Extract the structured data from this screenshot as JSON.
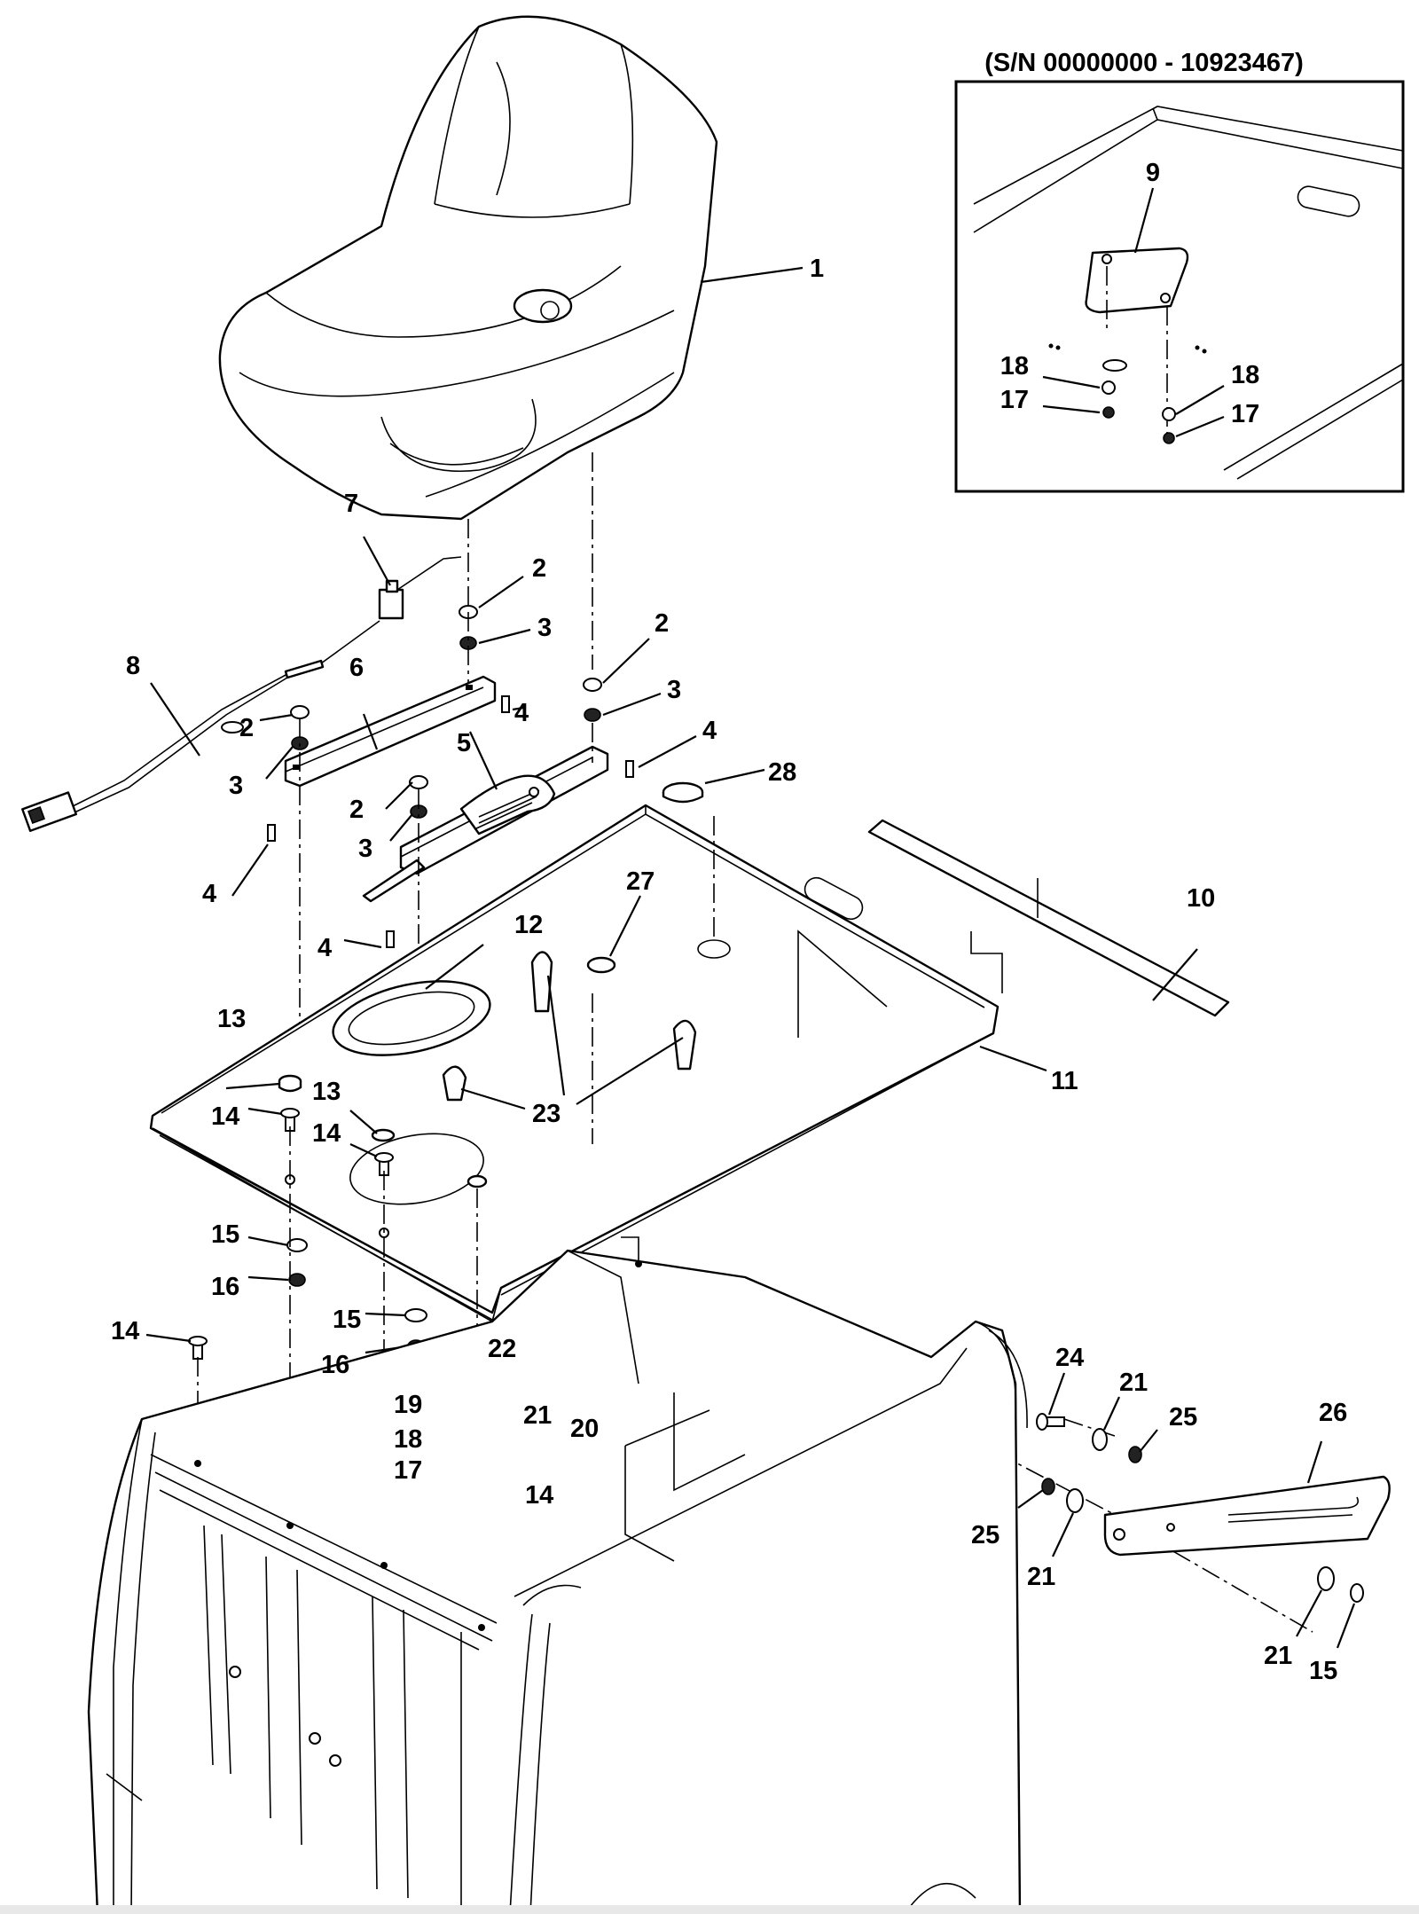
{
  "inset": {
    "title": "(S/N 00000000 - 10923467)",
    "labels": [
      "9",
      "18",
      "17",
      "18",
      "17"
    ]
  },
  "callouts": {
    "c1": "1",
    "c2a": "2",
    "c2b": "2",
    "c2c": "2",
    "c2d": "2",
    "c3a": "3",
    "c3b": "3",
    "c3c": "3",
    "c3d": "3",
    "c4a": "4",
    "c4b": "4",
    "c4c": "4",
    "c4d": "4",
    "c5": "5",
    "c6": "6",
    "c7": "7",
    "c8": "8",
    "c10": "10",
    "c11": "11",
    "c12": "12",
    "c13a": "13",
    "c13b": "13",
    "c14a": "14",
    "c14b": "14",
    "c14c": "14",
    "c14d": "14",
    "c15a": "15",
    "c15b": "15",
    "c15c": "15",
    "c16a": "16",
    "c16b": "16",
    "c17": "17",
    "c18": "18",
    "c19": "19",
    "c20": "20",
    "c21a": "21",
    "c21b": "21",
    "c21c": "21",
    "c21d": "21",
    "c22": "22",
    "c23": "23",
    "c24": "24",
    "c25a": "25",
    "c25b": "25",
    "c26": "26",
    "c27": "27",
    "c28": "28"
  }
}
